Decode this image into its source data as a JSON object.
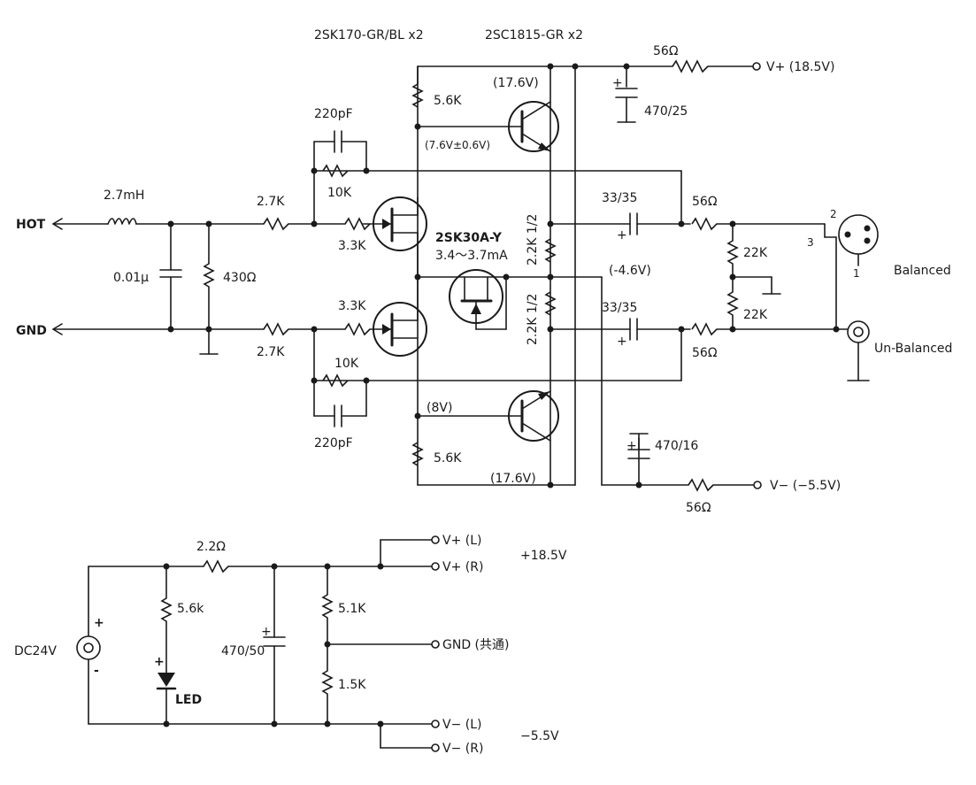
{
  "header": {
    "jfet_pair": "2SK170-GR/BL x2",
    "bjt_pair": "2SC1815-GR x2"
  },
  "inputs": {
    "hot": "HOT",
    "gnd": "GND",
    "inductor": "2.7mH",
    "cap_in": "0.01μ",
    "r_in": "430Ω",
    "r_hot": "2.7K",
    "r_gnd": "2.7K"
  },
  "front_end": {
    "gate_r_top": "3.3K",
    "gate_r_bot": "3.3K",
    "cap_fb_top": "220pF",
    "cap_fb_bot": "220pF",
    "r_fb_top": "10K",
    "r_fb_bot": "10K",
    "r_load_top": "5.6K",
    "r_load_bot": "5.6K",
    "v_top_node": "(17.6V)",
    "v_top_base": "(7.6V±0.6V)",
    "v_bot_base": "(8V)",
    "v_bot_node": "(17.6V)"
  },
  "ccs": {
    "part": "2SK30A-Y",
    "current": "3.4〜3.7mA",
    "node_v": "(-4.6V)"
  },
  "bias": {
    "r_upper": "2.2K 1/2",
    "r_lower": "2.2K 1/2"
  },
  "outputs": {
    "cap_top": "33/35",
    "cap_bot": "33/35",
    "r_out_top": "56Ω",
    "r_out_bot": "56Ω",
    "r_div_top": "22K",
    "r_div_bot": "22K",
    "pin2": "2",
    "pin3": "3",
    "pin1": "1",
    "balanced": "Balanced",
    "unbalanced": "Un-Balanced"
  },
  "supply": {
    "r_pos": "56Ω",
    "cap_pos": "470/25",
    "vpos": "V+ (18.5V)",
    "r_neg": "56Ω",
    "cap_neg": "470/16",
    "vneg": "V− (−5.5V)"
  },
  "psu": {
    "dc_in": "DC24V",
    "plus": "+",
    "minus": "-",
    "r_series": "2.2Ω",
    "r_led": "5.6k",
    "led": "LED",
    "cap_main": "470/50",
    "r_div_top": "5.1K",
    "r_div_bot": "1.5K",
    "vpos_l": "V+ (L)",
    "vpos_r": "V+ (R)",
    "vpos_val": "+18.5V",
    "gnd_common": "GND (共通)",
    "vneg_l": "V− (L)",
    "vneg_r": "V− (R)",
    "vneg_val": "−5.5V"
  }
}
